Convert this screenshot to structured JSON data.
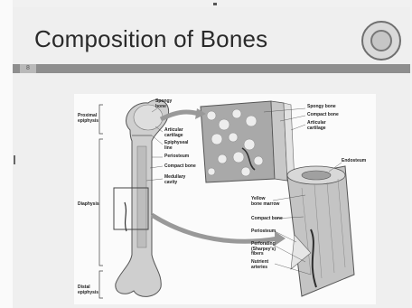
{
  "slide": {
    "title": "Composition of Bones",
    "slide_number": "8"
  },
  "figure": {
    "labels": {
      "spongy_bone_top": "Spongy\nbone",
      "proximal_epiphysis": "Proximal\nepiphysis",
      "articular_cartilage_left": "Articular\ncartilage",
      "epiphyseal_line": "Epiphyseal\nline",
      "periosteum_left": "Periosteum",
      "compact_bone_left": "Compact bone",
      "medullary_cavity": "Medullary\ncavity",
      "diaphysis": "Diaphysis",
      "distal_epiphysis": "Distal\nepiphysis",
      "spongy_bone_right": "Spongy bone",
      "compact_bone_right": "Compact bone",
      "articular_cartilage_right": "Articular\ncartilage",
      "endosteum": "Endosteum",
      "yellow_bone_marrow": "Yellow\nbone marrow",
      "compact_bone_lower": "Compact bone",
      "periosteum_lower": "Periosteum",
      "perforating_fibers": "Perforating\n(Sharpey's)\nfibers",
      "nutrient_arteries": "Nutrient\narteries"
    }
  }
}
